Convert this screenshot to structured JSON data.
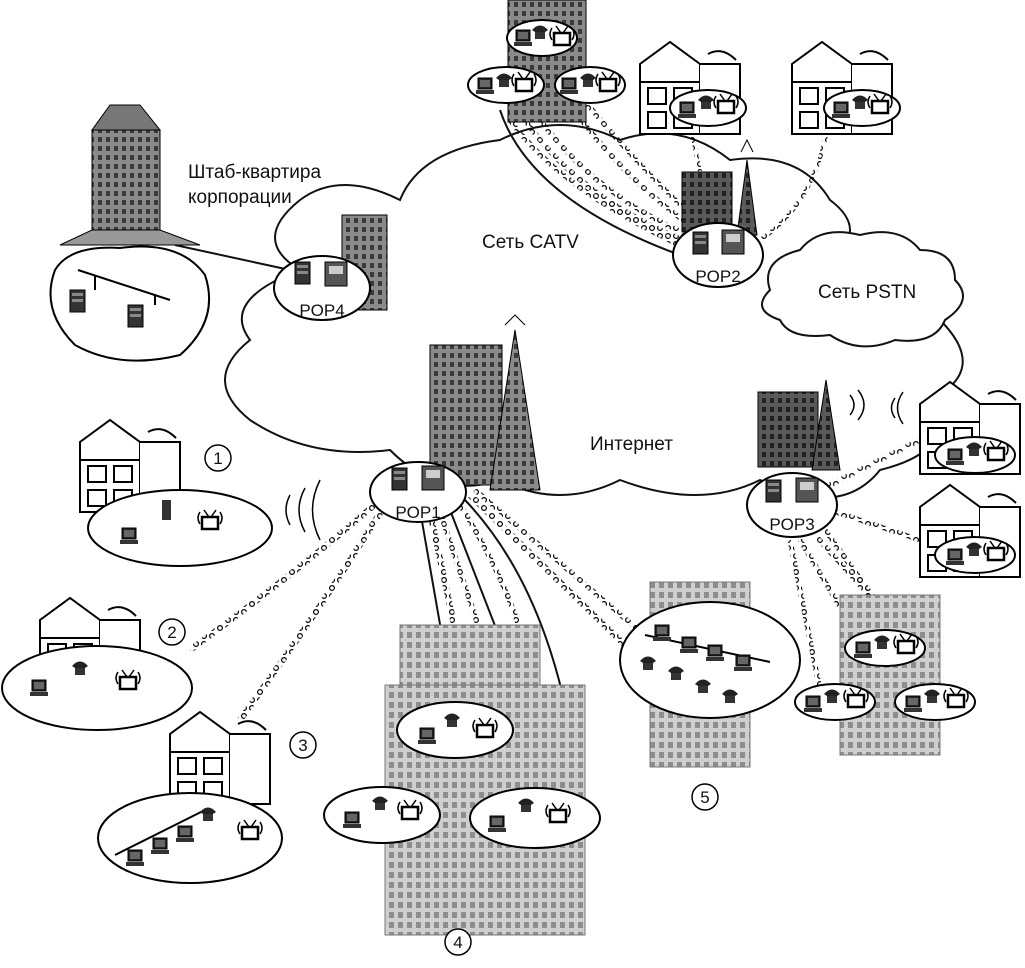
{
  "diagram": {
    "labels": {
      "headquarters": "Штаб-квартира\nкорпорации",
      "catv": "Сеть CATV",
      "pstn": "Сеть PSTN",
      "internet": "Интернет"
    },
    "pops": [
      "POP1",
      "POP2",
      "POP3",
      "POP4"
    ],
    "markers": [
      "1",
      "2",
      "3",
      "4",
      "5"
    ]
  }
}
